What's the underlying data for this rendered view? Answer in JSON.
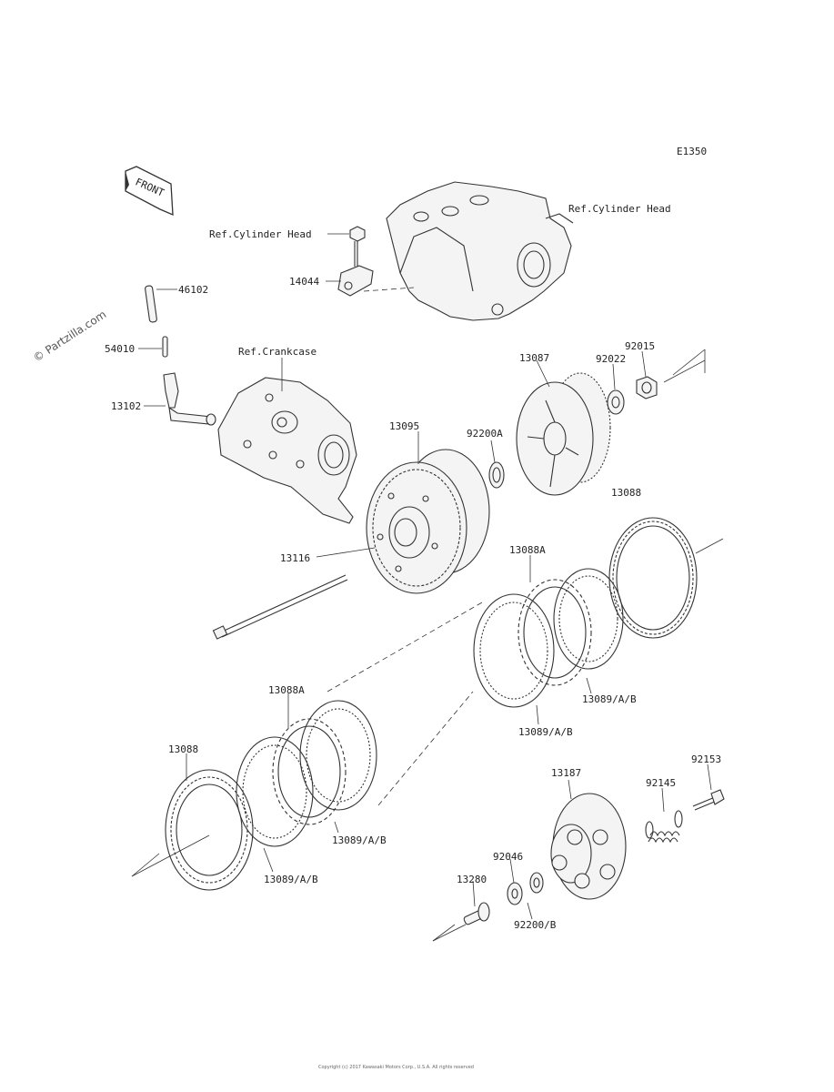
{
  "diagram": {
    "code": "E1350",
    "watermark": "© Partzilla.com",
    "front_label": "FRONT",
    "copyright": "Copyright (c) 2017 Kawasaki Motors Corp., U.S.A. All rights reserved",
    "labels": {
      "ref_cyl_head_right": "Ref.Cylinder Head",
      "ref_cyl_head_left": "Ref.Cylinder Head",
      "ref_crankcase": "Ref.Crankcase",
      "p14044": "14044",
      "p46102": "46102",
      "p54010": "54010",
      "p13102": "13102",
      "p13087": "13087",
      "p92022": "92022",
      "p92015": "92015",
      "p13095": "13095",
      "p92200A": "92200A",
      "p13088_top": "13088",
      "p13116": "13116",
      "p13088A_top": "13088A",
      "p13089_1": "13089/A/B",
      "p13089_2": "13089/A/B",
      "p13088A_mid": "13088A",
      "p13088_left": "13088",
      "p13089_3": "13089/A/B",
      "p13089_4": "13089/A/B",
      "p13187": "13187",
      "p92153": "92153",
      "p92145": "92145",
      "p92046": "92046",
      "p13280": "13280",
      "p92200B": "92200/B"
    }
  }
}
